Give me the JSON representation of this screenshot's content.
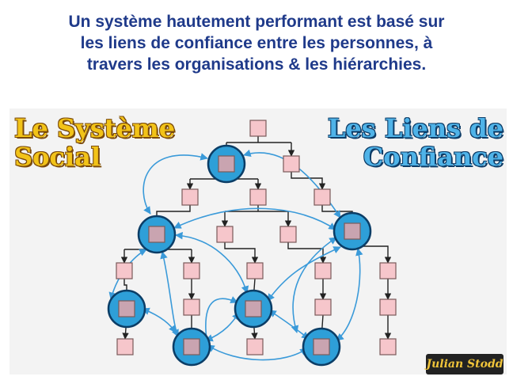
{
  "caption": {
    "line1": "Un système hautement performant est basé sur",
    "line2": "les liens de confiance entre les personnes, à",
    "line3": "travers les organisations & les hiérarchies."
  },
  "diagram": {
    "left_title": [
      "Le Système",
      "Social"
    ],
    "right_title": [
      "Les Liens de",
      "Confiance"
    ],
    "signature": "Julian Stodd",
    "colors": {
      "node_fill": "#f6c6cb",
      "node_border": "#7a5a5a",
      "hub_fill": "#2e9fd8",
      "hub_border": "#0b3d66",
      "hub_node_fill": "#c9a4b0",
      "tree_line": "#222222",
      "trust_link": "#3a9ad9"
    }
  }
}
